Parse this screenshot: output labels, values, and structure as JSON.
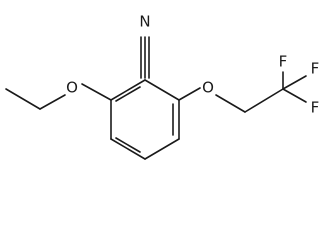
{
  "molecule": {
    "atoms": {
      "nitrile_n": "N",
      "ethoxy_o": "O",
      "trifluoroethoxy_o": "O",
      "fluorine_1": "F",
      "fluorine_2": "F",
      "fluorine_3": "F"
    },
    "colors": {
      "bond": "#1a1a1a",
      "label": "#1a1a1a",
      "background": "#ffffff"
    }
  }
}
